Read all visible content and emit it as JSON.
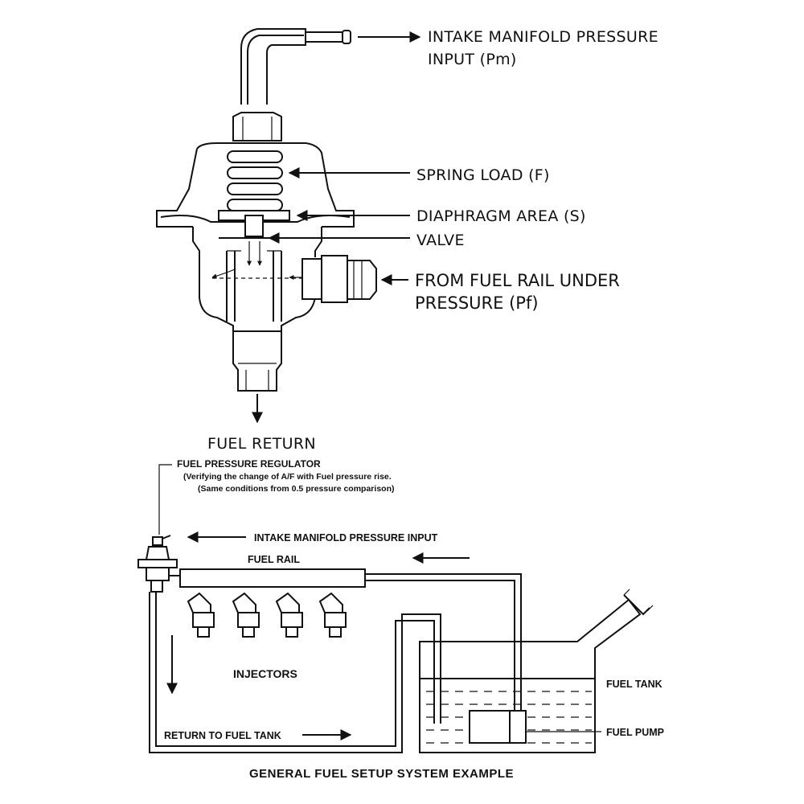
{
  "regulator_diagram": {
    "labels": {
      "intake_line1": "INTAKE MANIFOLD PRESSURE",
      "intake_line2": "INPUT (Pm)",
      "spring_load": "SPRING LOAD (F)",
      "diaphragm_area": "DIAPHRAGM AREA (S)",
      "valve": "VALVE",
      "fuel_rail_line1": "FROM FUEL RAIL UNDER",
      "fuel_rail_line2": "PRESSURE (Pf)",
      "fuel_return": "FUEL RETURN"
    }
  },
  "system_diagram": {
    "regulator_title": "FUEL PRESSURE REGULATOR",
    "regulator_note1": "(Verifying the change of A/F with Fuel pressure rise.",
    "regulator_note2": "(Same conditions from 0.5 pressure comparison)",
    "intake_input": "INTAKE MANIFOLD PRESSURE INPUT",
    "fuel_rail": "FUEL RAIL",
    "injectors": "INJECTORS",
    "return_to_tank": "RETURN TO FUEL TANK",
    "fuel_tank": "FUEL TANK",
    "fuel_pump": "FUEL PUMP",
    "caption": "GENERAL FUEL SETUP SYSTEM EXAMPLE"
  }
}
